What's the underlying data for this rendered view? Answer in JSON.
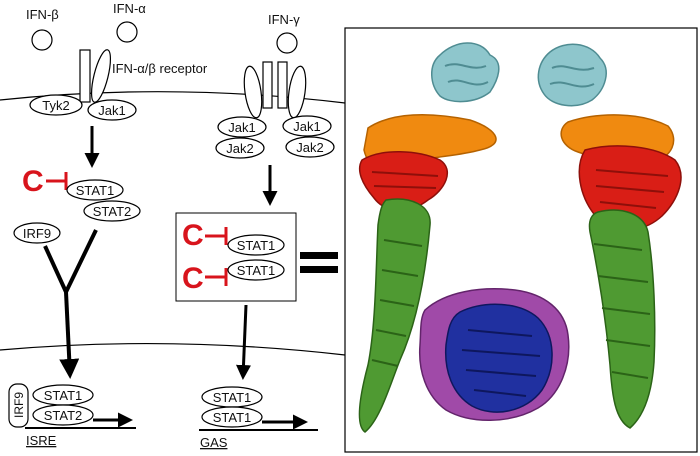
{
  "labels": {
    "ifn_beta": "IFN-β",
    "ifn_alpha": "IFN-α",
    "ifn_gamma": "IFN-γ",
    "receptor": "IFN-α/β receptor",
    "tyk2": "Tyk2",
    "jak1": "Jak1",
    "jak2": "Jak2",
    "stat1": "STAT1",
    "stat2": "STAT2",
    "irf9": "IRF9",
    "isre": "ISRE",
    "gas": "GAS",
    "inhibitor": "C"
  },
  "colors": {
    "inhibitor": "#d8141c",
    "cyan_domain": "#8ec6cc",
    "orange_domain": "#f08a10",
    "red_domain": "#d91e16",
    "green_domain": "#4f9a32",
    "purple_domain": "#a04aa8",
    "blue_domain": "#2030a0"
  }
}
